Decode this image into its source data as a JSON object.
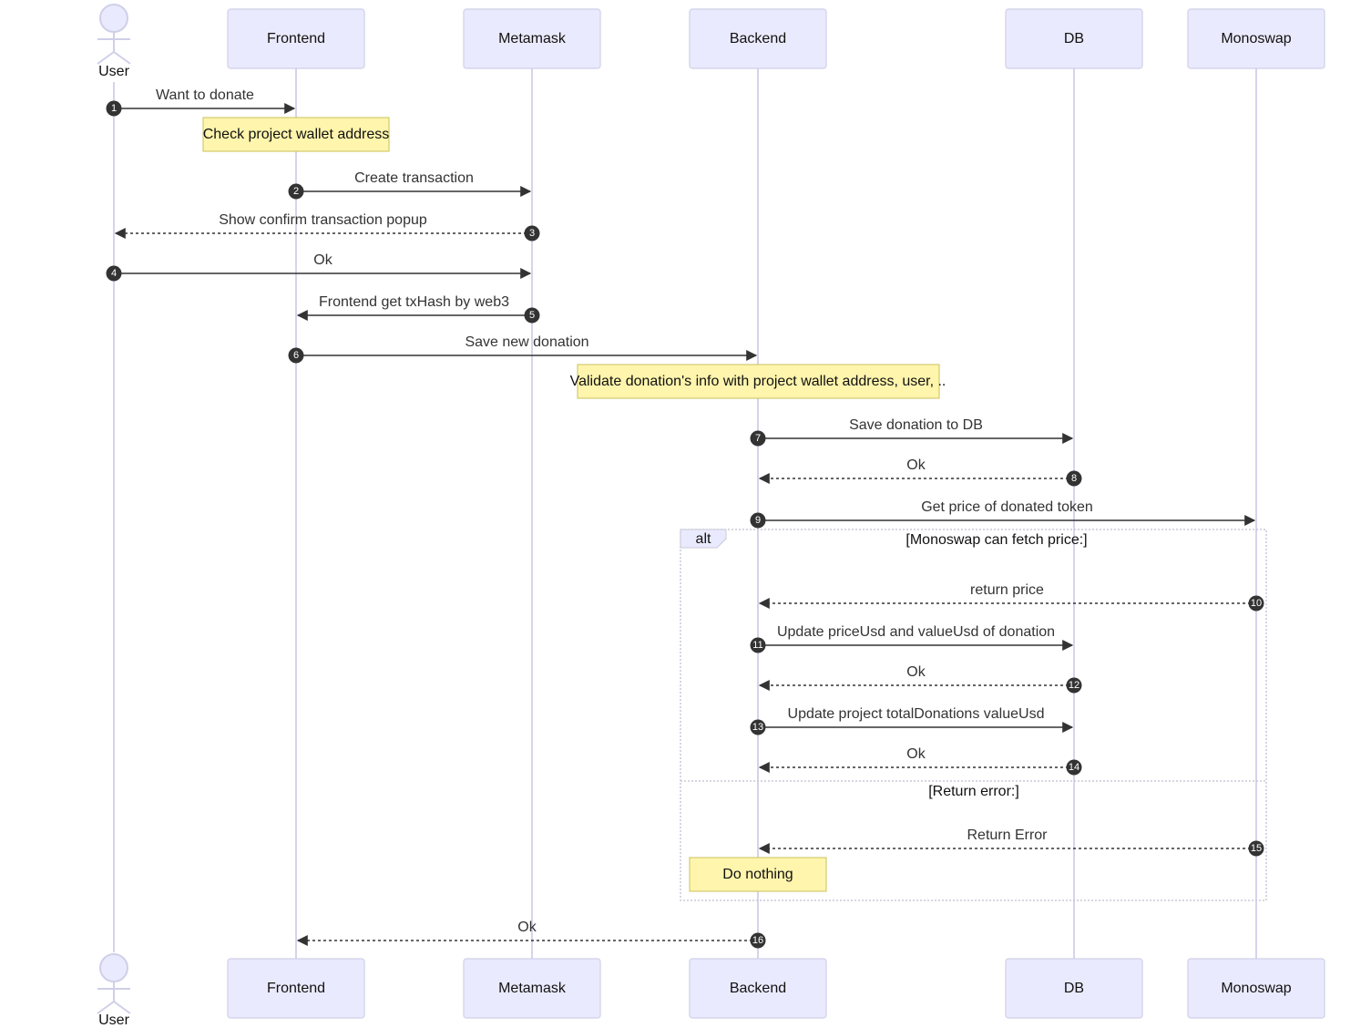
{
  "participants": {
    "user": "User",
    "frontend": "Frontend",
    "metamask": "Metamask",
    "backend": "Backend",
    "db": "DB",
    "monoswap": "Monoswap"
  },
  "notes": {
    "check_wallet": "Check project wallet address",
    "validate": "Validate donation's info with project wallet address, user, ..",
    "do_nothing": "Do nothing"
  },
  "alt_block": {
    "tag": "alt",
    "condition_1": "[Monoswap can fetch price:]",
    "condition_2": "[Return error:]"
  },
  "messages": [
    {
      "num": "1",
      "label": "Want to donate",
      "from": "user",
      "to": "frontend",
      "style": "solid"
    },
    {
      "num": "2",
      "label": "Create transaction",
      "from": "frontend",
      "to": "metamask",
      "style": "solid"
    },
    {
      "num": "3",
      "label": "Show confirm transaction popup",
      "from": "metamask",
      "to": "user",
      "style": "dashed"
    },
    {
      "num": "4",
      "label": "Ok",
      "from": "user",
      "to": "metamask",
      "style": "solid"
    },
    {
      "num": "5",
      "label": "Frontend get txHash by web3",
      "from": "metamask",
      "to": "frontend",
      "style": "solid"
    },
    {
      "num": "6",
      "label": "Save new donation",
      "from": "frontend",
      "to": "backend",
      "style": "solid"
    },
    {
      "num": "7",
      "label": "Save donation to DB",
      "from": "backend",
      "to": "db",
      "style": "solid"
    },
    {
      "num": "8",
      "label": "Ok",
      "from": "db",
      "to": "backend",
      "style": "dashed"
    },
    {
      "num": "9",
      "label": "Get price of donated token",
      "from": "backend",
      "to": "monoswap",
      "style": "solid"
    },
    {
      "num": "10",
      "label": "return price",
      "from": "monoswap",
      "to": "backend",
      "style": "dashed"
    },
    {
      "num": "11",
      "label": "Update priceUsd and valueUsd of donation",
      "from": "backend",
      "to": "db",
      "style": "solid"
    },
    {
      "num": "12",
      "label": "Ok",
      "from": "db",
      "to": "backend",
      "style": "dashed"
    },
    {
      "num": "13",
      "label": "Update project totalDonations valueUsd",
      "from": "backend",
      "to": "db",
      "style": "solid"
    },
    {
      "num": "14",
      "label": "Ok",
      "from": "db",
      "to": "backend",
      "style": "dashed"
    },
    {
      "num": "15",
      "label": "Return Error",
      "from": "monoswap",
      "to": "backend",
      "style": "dashed"
    },
    {
      "num": "16",
      "label": "Ok",
      "from": "backend",
      "to": "frontend",
      "style": "dashed"
    }
  ]
}
